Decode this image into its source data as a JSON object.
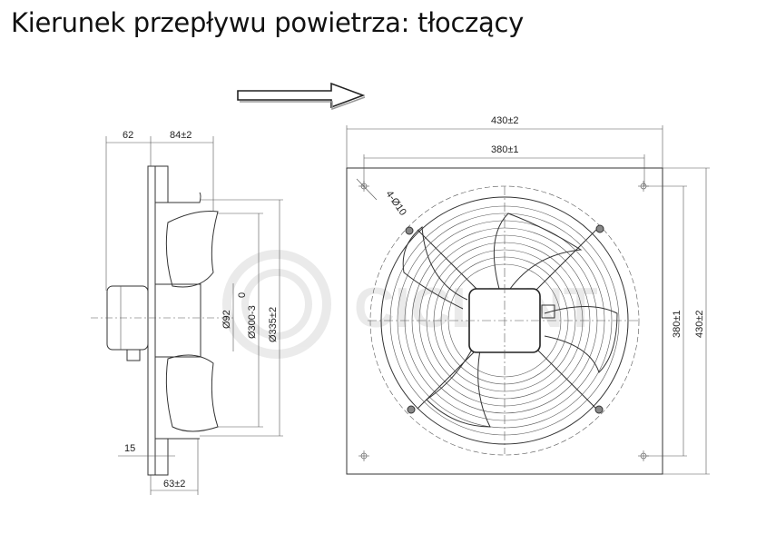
{
  "title": "Kierunek przepływu powietrza: tłoczący",
  "watermark": "CICLENT",
  "side_view": {
    "dim_motor_depth": "62",
    "dim_total_depth": "84±2",
    "dim_hub": "Ø92",
    "dim_blade": "Ø300-3",
    "dim_blade_tol_upper": "0",
    "dim_ring": "Ø335±2",
    "dim_flange": "15",
    "dim_ring_depth": "63±2"
  },
  "front_view": {
    "dim_plate_width": "430±2",
    "dim_holes_width": "380±1",
    "dim_holes_height": "380±1",
    "dim_plate_height": "430±2",
    "dim_holes": "4-Ø10"
  },
  "icons": {
    "flow_arrow": "right-arrow-icon"
  }
}
